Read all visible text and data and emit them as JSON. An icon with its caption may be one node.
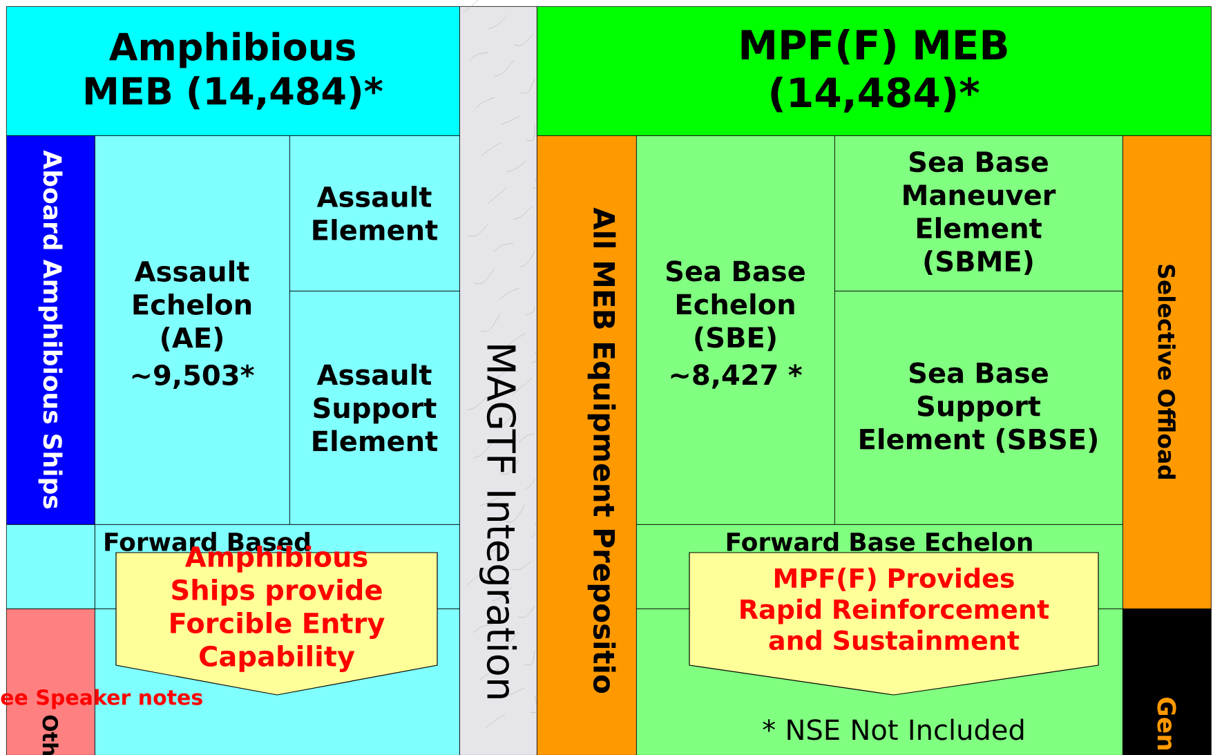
{
  "diagram": {
    "nodes": [
      {
        "text": [
          "Amphibious MEB (14,484)*"
        ]
      },
      {
        "text": [
          "MAGTF Integration"
        ]
      },
      {
        "text": [
          "MPF(F) MEB (14,484)*"
        ]
      },
      {
        "text": [
          "Aboard Amphibious Ships"
        ]
      },
      {
        "text": [
          "Assault Echelon (AE)",
          "~9,503*"
        ]
      },
      {
        "text": [
          "Assault Element"
        ]
      },
      {
        "text": [
          "Assault Support Element"
        ]
      },
      {
        "text": [],
        "shape": "box"
      },
      {
        "text": [
          "Forward Based"
        ]
      },
      {
        "text": [
          "Oth"
        ]
      },
      {
        "text": [],
        "shape": "box"
      },
      {
        "text": [
          "All MEB Equipment Prepositio"
        ]
      },
      {
        "text": [
          "Sea Base Echelon (SBE)",
          "~8,427 *"
        ]
      },
      {
        "text": [
          "Sea Base Maneuver Element (SBME)"
        ]
      },
      {
        "text": [
          "Sea Base Support Element (SBSE)"
        ]
      },
      {
        "text": [
          "Selective Offload"
        ]
      },
      {
        "text": [
          "Forward Base Echelon"
        ]
      },
      {
        "text": [
          "* NSE Not Included"
        ]
      },
      {
        "text": [
          "Gen"
        ]
      },
      {
        "text": [
          "Amphibious Ships provide Forcible Entry Capability"
        ]
      },
      {
        "text": [
          "MPF(F) Provides Rapid Reinforcement and Sustainment"
        ]
      }
    ],
    "edges": [],
    "labels": [
      "ee Speaker notes"
    ]
  }
}
